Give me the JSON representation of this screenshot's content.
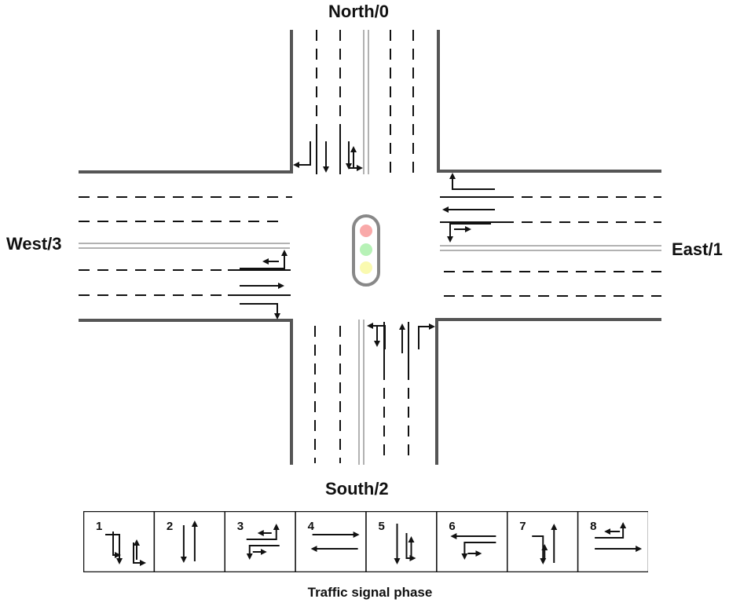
{
  "directions": {
    "north": "North/0",
    "east": "East/1",
    "south": "South/2",
    "west": "West/3"
  },
  "signal": {
    "lights": [
      {
        "name": "red",
        "color": "#f9a9a9"
      },
      {
        "name": "green",
        "color": "#b7f2b7"
      },
      {
        "name": "yellow",
        "color": "#fafab0"
      }
    ],
    "housing_color": "#888888"
  },
  "phases": {
    "caption": "Traffic signal phase",
    "items": [
      {
        "number": "1"
      },
      {
        "number": "2"
      },
      {
        "number": "3"
      },
      {
        "number": "4"
      },
      {
        "number": "5"
      },
      {
        "number": "6"
      },
      {
        "number": "7"
      },
      {
        "number": "8"
      }
    ]
  },
  "colors": {
    "curb": "#555555",
    "median": "#999999",
    "lane": "#111111",
    "arrow": "#111111"
  }
}
